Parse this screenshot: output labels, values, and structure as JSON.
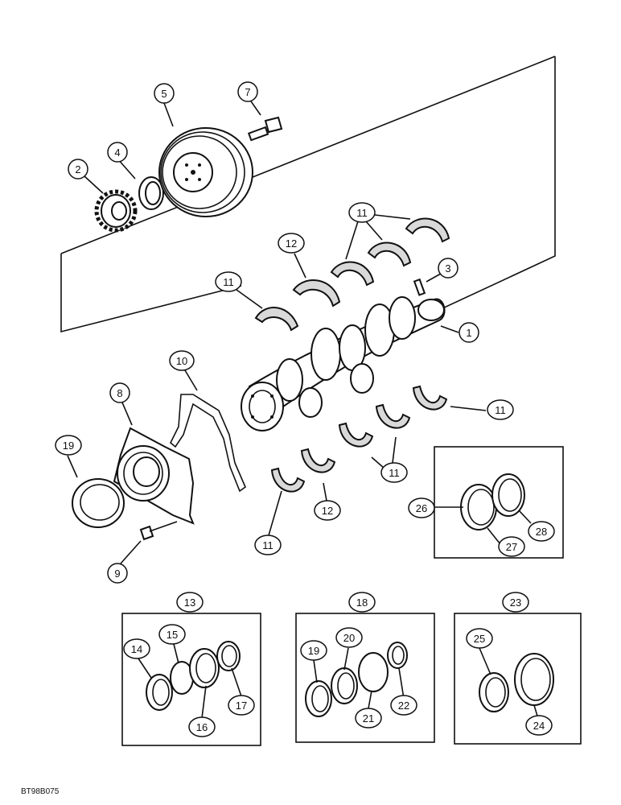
{
  "figure_ref": "BT98B075",
  "callouts": {
    "c1": "1",
    "c2": "2",
    "c3": "3",
    "c4": "4",
    "c5": "5",
    "c7": "7",
    "c8": "8",
    "c9": "9",
    "c10": "10",
    "c11a": "11",
    "c11b": "11",
    "c11c": "11",
    "c11d": "11",
    "c11e": "11",
    "c12a": "12",
    "c12b": "12",
    "c13": "13",
    "c14": "14",
    "c15": "15",
    "c16": "16",
    "c17": "17",
    "c18": "18",
    "c19a": "19",
    "c19b": "19",
    "c20": "20",
    "c21": "21",
    "c22": "22",
    "c23": "23",
    "c24": "24",
    "c25": "25",
    "c26": "26",
    "c27": "27",
    "c28": "28"
  }
}
